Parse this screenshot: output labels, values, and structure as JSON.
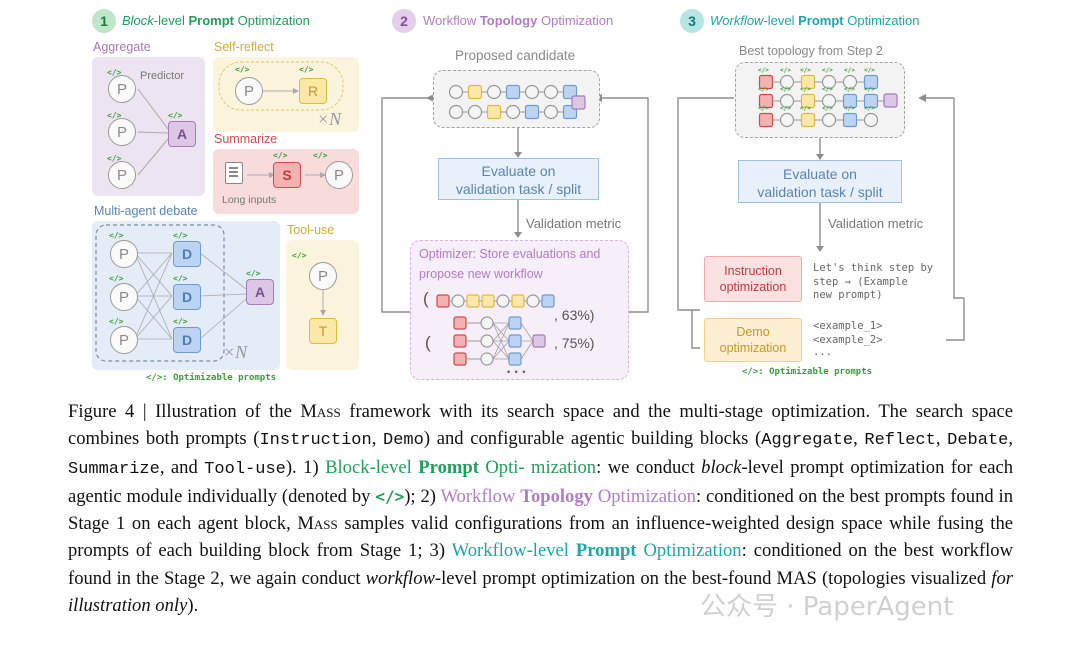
{
  "stage1": {
    "num": "1",
    "title_prefix": "Block",
    "title_mid": "-level ",
    "title_bold": "Prompt",
    "title_suffix": " Optimization"
  },
  "stage2": {
    "num": "2",
    "title_prefix": "Workflow ",
    "title_bold": "Topology",
    "title_suffix": " Optimization"
  },
  "stage3": {
    "num": "3",
    "title_prefix": "Workflow",
    "title_mid": "-level ",
    "title_bold": "Prompt",
    "title_suffix": " Optimization"
  },
  "blocks": {
    "aggregate": "Aggregate",
    "predictor": "Predictor",
    "self_reflect": "Self-reflect",
    "summarize": "Summarize",
    "long_inputs": "Long inputs",
    "debate": "Multi-agent debate",
    "tool_use": "Tool-use",
    "times_n": "×N",
    "p": "P",
    "a": "A",
    "r": "R",
    "s": "S",
    "d": "D",
    "t": "T",
    "code_tag": "</>"
  },
  "legend": "</>: Optimizable prompts",
  "middle": {
    "proposed": "Proposed candidate",
    "eval_line1": "Evaluate on",
    "eval_line2": "validation task / split",
    "metric": "Validation metric",
    "opt_label": "Optimizer:",
    "opt_text1": " Store evaluations and",
    "opt_text2": "propose new workflow",
    "score1": ", 63%)",
    "score2": ", 75%)",
    "open": "(",
    "dots": "• • •"
  },
  "right": {
    "best": "Best topology from Step 2",
    "eval_line1": "Evaluate on",
    "eval_line2": "validation task / split",
    "metric": "Validation metric",
    "instr1": "Instruction",
    "instr2": "optimization",
    "demo1": "Demo",
    "demo2": "optimization",
    "instr_code1": "Let's think step by",
    "instr_code2": "step → (Example",
    "instr_code3": "new prompt)",
    "demo_code1": "<example_1>",
    "demo_code2": "<example_2>",
    "demo_code3": "..."
  },
  "caption": {
    "l1a": "Figure 4 | Illustration of the ",
    "mass": "Mass",
    "l1b": " framework with its search space and the multi-stage optimization.",
    "l2a": "The search space combines both prompts (",
    "instruction": "Instruction",
    "comma": ", ",
    "demo": "Demo",
    "l2b": ") and configurable agentic building",
    "l3a": "blocks (",
    "aggregate": "Aggregate",
    "reflect": "Reflect",
    "debate": "Debate",
    "summarize": "Summarize",
    "and": ", and ",
    "tooluse": "Tool-use",
    "l3b": "). 1) ",
    "s1a": "Block-level ",
    "s1b": "Prompt",
    "s1c": " Opti-",
    "s1d": "mization",
    "l4a": ": we conduct ",
    "block_it": "block",
    "l4b": "-level prompt optimization for each agentic module individually (denoted",
    "l5a": "by ",
    "tag": "</>",
    "l5b": "); 2) ",
    "s2a": "Workflow ",
    "s2b": "Topology",
    "s2c": " Optimization",
    "l5c": ": conditioned on the best prompts found in Stage 1 on",
    "l6a": "each agent block, ",
    "l6b": " samples valid configurations from an influence-weighted design space while",
    "l7a": "fusing the prompts of each building block from Stage 1; 3) ",
    "s3a": "Workflow-level ",
    "s3b": "Prompt",
    "s3c": " Optimization",
    "colon": ":",
    "l8a": "conditioned on the best workflow found in the Stage 2, we again conduct ",
    "workflow_it": "workflow",
    "l8b": "-level prompt",
    "l9a": "optimization on the best-found MAS (topologies visualized ",
    "illus_it": "for illustration only",
    "l9b": ")."
  },
  "watermark": "公众号 · PaperAgent",
  "colors": {
    "green": "#1fa05a",
    "purple": "#b27cc6",
    "teal": "#19a8a8",
    "blue": "#5a84b5",
    "red": "#d9534f",
    "yellow": "#e2b93b"
  }
}
